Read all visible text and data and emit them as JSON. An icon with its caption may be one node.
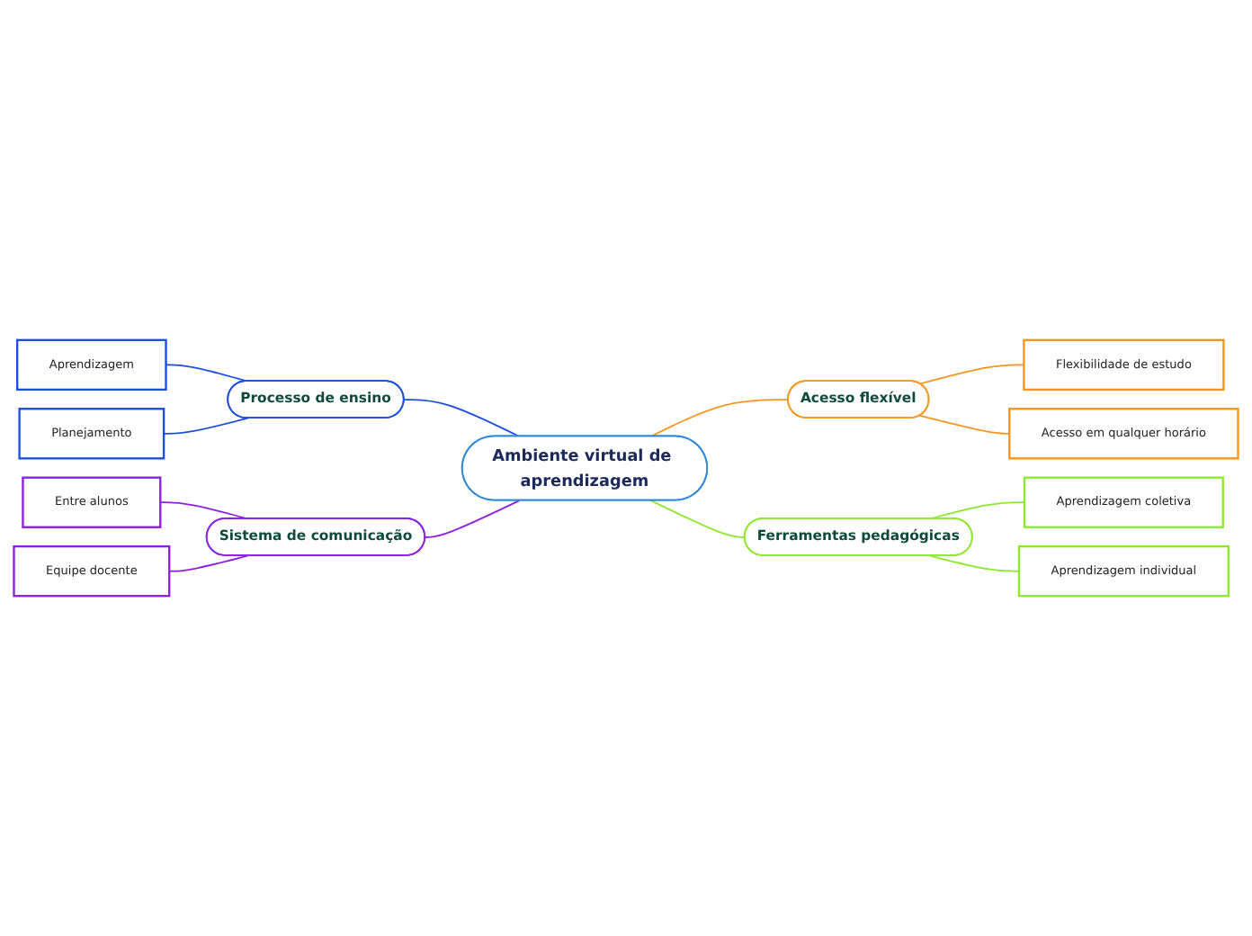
{
  "diagram": {
    "nodes": [
      {
        "text": [
          "Ambiente virtual de aprendizagem"
        ]
      },
      {
        "text": [
          "Processo de ensino"
        ]
      },
      {
        "text": [
          "Aprendizagem"
        ]
      },
      {
        "text": [
          "Planejamento"
        ]
      },
      {
        "text": [
          "Sistema de comunicação"
        ]
      },
      {
        "text": [
          "Entre alunos"
        ]
      },
      {
        "text": [
          "Equipe docente"
        ]
      },
      {
        "text": [
          "Acesso flexível"
        ]
      },
      {
        "text": [
          "Flexibilidade de estudo"
        ]
      },
      {
        "text": [
          "Acesso em qualquer horário"
        ]
      },
      {
        "text": [
          "Ferramentas pedagógicas"
        ]
      },
      {
        "text": [
          "Aprendizagem coletiva"
        ]
      },
      {
        "text": [
          "Aprendizagem individual"
        ]
      }
    ],
    "edges": [
      {
        "from": 0,
        "to": 1,
        "arrow": "none",
        "color": "#1c4fe0"
      },
      {
        "from": 1,
        "to": 2,
        "arrow": "none",
        "color": "#1c4fe0"
      },
      {
        "from": 1,
        "to": 3,
        "arrow": "none",
        "color": "#1c4fe0"
      },
      {
        "from": 0,
        "to": 4,
        "arrow": "none",
        "color": "#8e1ee6"
      },
      {
        "from": 4,
        "to": 5,
        "arrow": "none",
        "color": "#8e1ee6"
      },
      {
        "from": 4,
        "to": 6,
        "arrow": "none",
        "color": "#8e1ee6"
      },
      {
        "from": 0,
        "to": 7,
        "arrow": "none",
        "color": "#f7961e"
      },
      {
        "from": 7,
        "to": 8,
        "arrow": "none",
        "color": "#f7961e"
      },
      {
        "from": 7,
        "to": 9,
        "arrow": "none",
        "color": "#f7961e"
      },
      {
        "from": 0,
        "to": 10,
        "arrow": "none",
        "color": "#8ee82e"
      },
      {
        "from": 10,
        "to": 11,
        "arrow": "none",
        "color": "#8ee82e"
      },
      {
        "from": 10,
        "to": 12,
        "arrow": "none",
        "color": "#8ee82e"
      }
    ]
  }
}
